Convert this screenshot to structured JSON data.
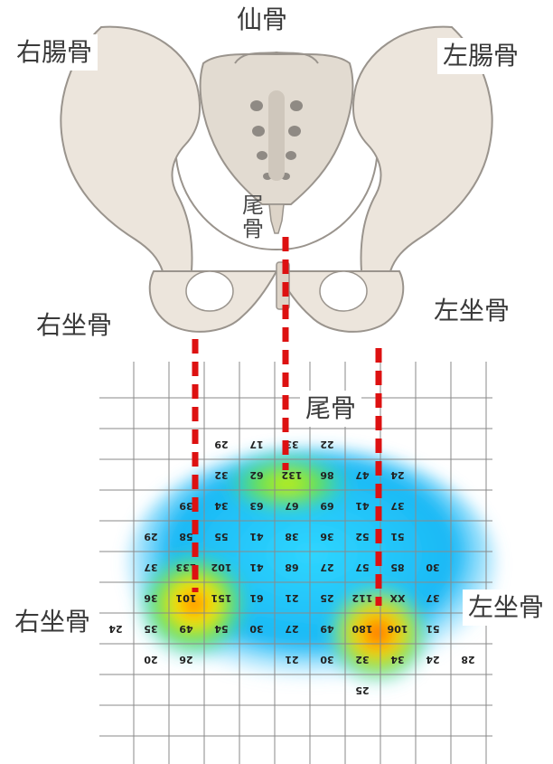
{
  "labels": {
    "sacrum_top": "仙骨",
    "right_ilium": "右腸骨",
    "left_ilium": "左腸骨",
    "coccyx_vertical": "尾骨",
    "right_ischium_upper": "右坐骨",
    "left_ischium_upper": "左坐骨",
    "coccyx_map": "尾骨",
    "right_ischium_map": "右坐骨",
    "left_ischium_map": "左坐骨"
  },
  "pressure_map": {
    "rows": [
      [
        "",
        "",
        "",
        "29",
        "17",
        "33",
        "22",
        "",
        "",
        "",
        ""
      ],
      [
        "",
        "",
        "",
        "32",
        "62",
        "132",
        "86",
        "47",
        "24",
        "",
        ""
      ],
      [
        "",
        "",
        "39",
        "34",
        "63",
        "67",
        "69",
        "41",
        "37",
        "",
        ""
      ],
      [
        "",
        "29",
        "58",
        "55",
        "41",
        "38",
        "36",
        "52",
        "51",
        "",
        ""
      ],
      [
        "",
        "37",
        "133",
        "102",
        "41",
        "68",
        "27",
        "57",
        "85",
        "30",
        ""
      ],
      [
        "",
        "36",
        "101",
        "151",
        "61",
        "21",
        "25",
        "112",
        "XX",
        "37",
        ""
      ],
      [
        "24",
        "35",
        "49",
        "54",
        "30",
        "27",
        "49",
        "180",
        "106",
        "51",
        ""
      ],
      [
        "",
        "20",
        "26",
        "",
        "",
        "21",
        "30",
        "32",
        "34",
        "24",
        "28"
      ],
      [
        "",
        "",
        "",
        "",
        "",
        "",
        "",
        "25",
        "",
        "",
        ""
      ]
    ]
  },
  "colors": {
    "bone": "#ece5dc",
    "bone_edge": "#9a948d",
    "dashed_line": "#dd1111",
    "grid": "#8a8a8a"
  }
}
